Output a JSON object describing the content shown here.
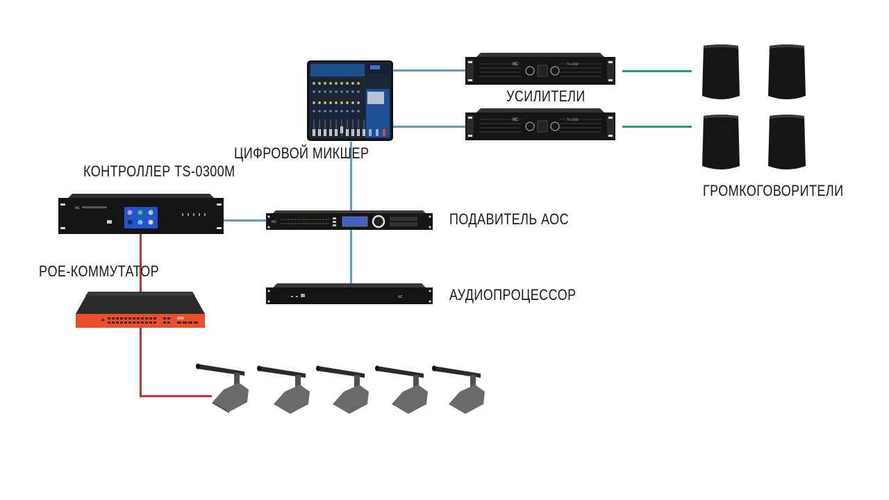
{
  "diagram": {
    "title": "Conference audio system connection diagram",
    "labels": {
      "controller": "Контроллер TS-0300M",
      "mixer": "Цифровой микшер",
      "amplifiers": "Усилители",
      "speakers": "Громкоговорители",
      "feedback_suppressor": "Подавитель АОС",
      "audio_processor": "Аудиопроцессор",
      "poe_switch": "PoE-коммутатор"
    },
    "devices": [
      {
        "id": "controller",
        "type": "rack-unit-touchscreen",
        "count": 1
      },
      {
        "id": "mixer",
        "type": "analog-mixer-console",
        "count": 1
      },
      {
        "id": "amplifiers",
        "type": "power-amplifier",
        "count": 2
      },
      {
        "id": "speakers",
        "type": "wall-speaker",
        "count": 4
      },
      {
        "id": "feedback_suppressor",
        "type": "rack-unit-1u",
        "count": 1
      },
      {
        "id": "audio_processor",
        "type": "rack-unit-1u",
        "count": 1
      },
      {
        "id": "poe_switch",
        "type": "network-switch",
        "count": 1
      },
      {
        "id": "microphones",
        "type": "gooseneck-conference-mic",
        "count": 5
      }
    ],
    "connections": [
      {
        "from": "mixer",
        "to": "amplifier-1",
        "cable": "audio"
      },
      {
        "from": "mixer",
        "to": "amplifier-2",
        "cable": "audio"
      },
      {
        "from": "amplifier-1",
        "to": "speakers-row-1",
        "cable": "speaker"
      },
      {
        "from": "amplifier-2",
        "to": "speakers-row-2",
        "cable": "speaker"
      },
      {
        "from": "mixer",
        "to": "feedback_suppressor",
        "cable": "audio"
      },
      {
        "from": "controller",
        "to": "feedback_suppressor",
        "cable": "audio"
      },
      {
        "from": "feedback_suppressor",
        "to": "audio_processor",
        "cable": "audio"
      },
      {
        "from": "controller",
        "to": "poe_switch",
        "cable": "network"
      },
      {
        "from": "poe_switch",
        "to": "microphones",
        "cable": "network"
      }
    ],
    "colors": {
      "audio_cable": "#5e9bc8",
      "speaker_cable": "#1fa262",
      "network_cable": "#d12c2c",
      "switch_accent": "#e8502c",
      "device_body": "#1b1b1b"
    }
  }
}
